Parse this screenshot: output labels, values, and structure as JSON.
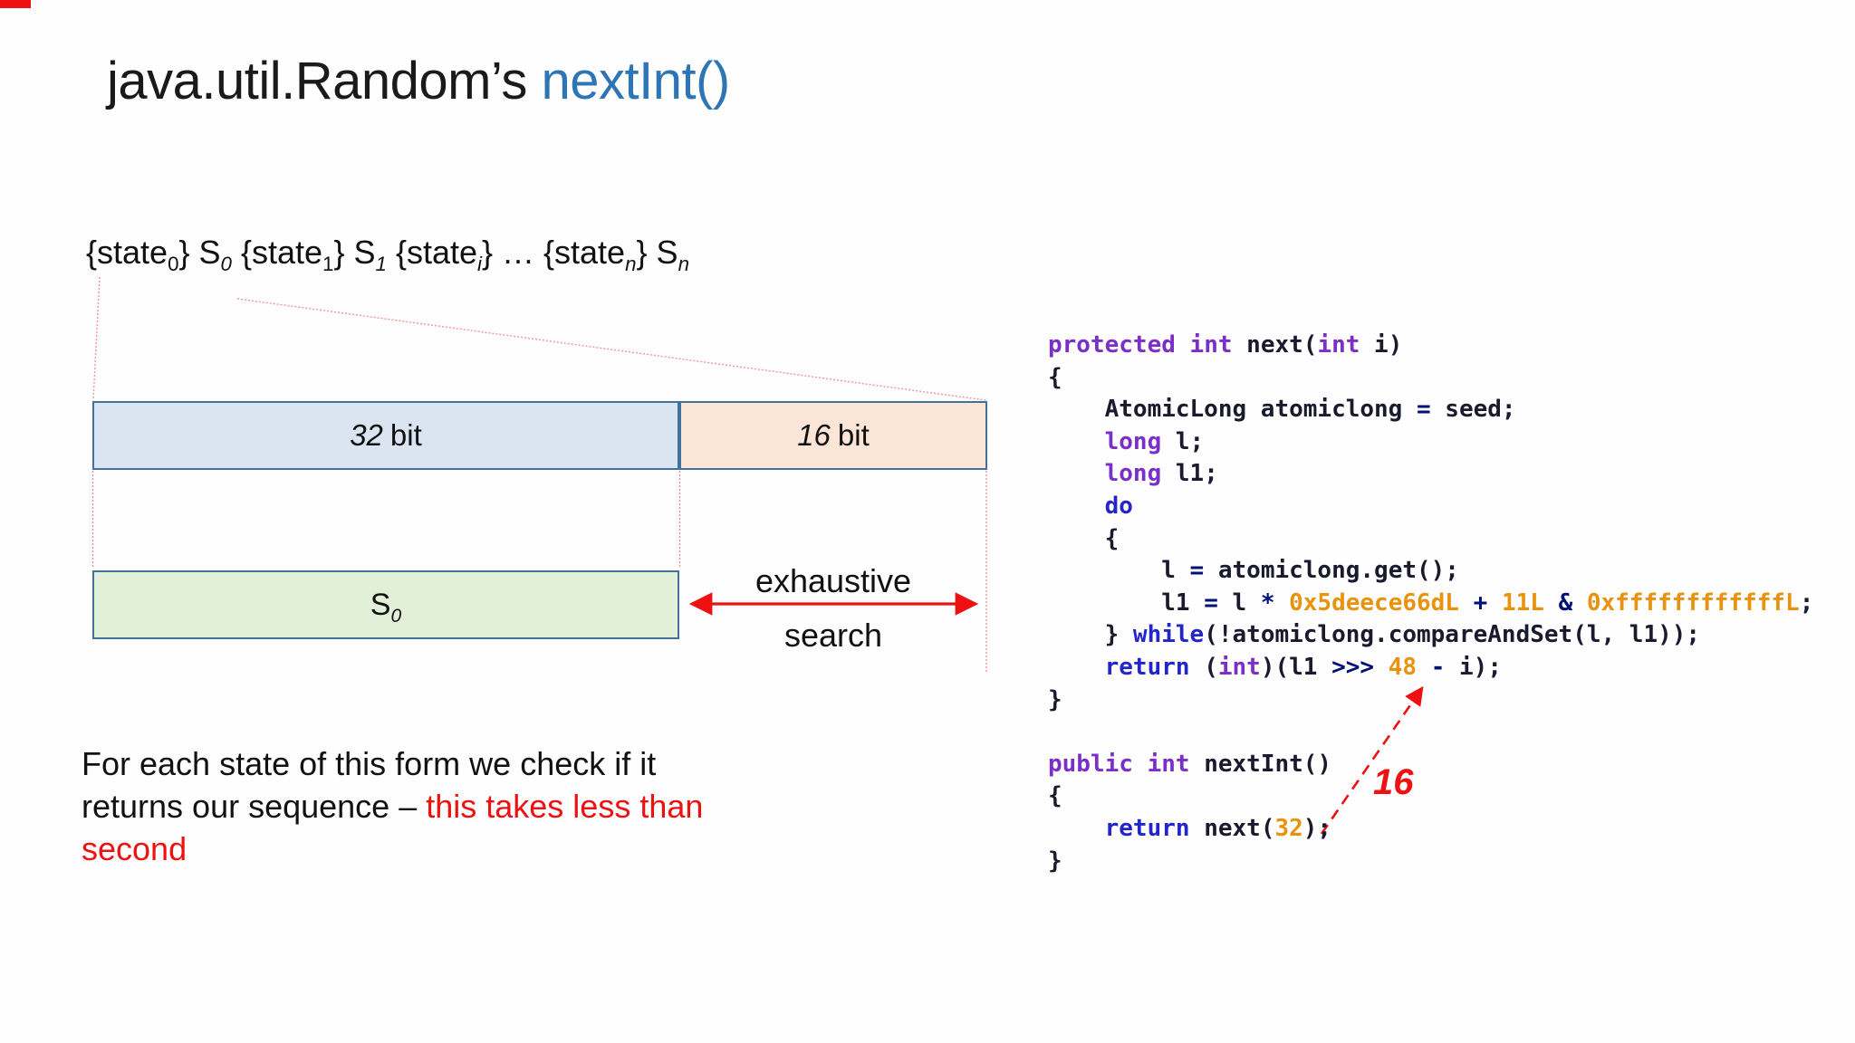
{
  "slide": {
    "title": {
      "black": "java.util.Random’s ",
      "blue": "nextInt()"
    },
    "formula": {
      "parts": [
        {
          "t": "{state"
        },
        {
          "t": "0",
          "sub": 1
        },
        {
          "t": "} S"
        },
        {
          "t": "0",
          "sub": 1,
          "it": 1
        },
        {
          "t": " {state"
        },
        {
          "t": "1",
          "sub": 1
        },
        {
          "t": "} S"
        },
        {
          "t": "1",
          "sub": 1,
          "it": 1
        },
        {
          "t": " {state"
        },
        {
          "t": "i",
          "sub": 1,
          "it": 1
        },
        {
          "t": "}  …  {state"
        },
        {
          "t": "n",
          "sub": 1,
          "it": 1
        },
        {
          "t": "} S"
        },
        {
          "t": "n",
          "sub": 1,
          "it": 1
        }
      ]
    },
    "diagram": {
      "box32": {
        "num": "32",
        "unit": "bit"
      },
      "box16": {
        "num": "16",
        "unit": "bit"
      },
      "s0": {
        "base": "S",
        "sub": "0"
      },
      "exhaustive_line1": "exhaustive",
      "exhaustive_line2": "search"
    },
    "paragraph": {
      "black_line1": "For each state of this form we check if it",
      "black_line2": "returns our sequence – ",
      "red_line2": "this takes less than",
      "red_line3": "second"
    },
    "annotation16": "16",
    "code": {
      "lines": [
        [
          [
            "kw1",
            "protected"
          ],
          [
            "pl",
            " "
          ],
          [
            "kw1",
            "int"
          ],
          [
            "pl",
            " next("
          ],
          [
            "kw1",
            "int"
          ],
          [
            "pl",
            " i)"
          ]
        ],
        [
          [
            "pl",
            "{"
          ]
        ],
        [
          [
            "pl",
            "    AtomicLong atomiclong "
          ],
          [
            "op",
            "="
          ],
          [
            "pl",
            " seed;"
          ]
        ],
        [
          [
            "pl",
            "    "
          ],
          [
            "kw1",
            "long"
          ],
          [
            "pl",
            " l;"
          ]
        ],
        [
          [
            "pl",
            "    "
          ],
          [
            "kw1",
            "long"
          ],
          [
            "pl",
            " l1;"
          ]
        ],
        [
          [
            "pl",
            "    "
          ],
          [
            "kw2",
            "do"
          ]
        ],
        [
          [
            "pl",
            "    {"
          ]
        ],
        [
          [
            "pl",
            "        l "
          ],
          [
            "op",
            "="
          ],
          [
            "pl",
            " atomiclong.get();"
          ]
        ],
        [
          [
            "pl",
            "        l1 "
          ],
          [
            "op",
            "="
          ],
          [
            "pl",
            " l "
          ],
          [
            "op",
            "*"
          ],
          [
            "pl",
            " "
          ],
          [
            "num",
            "0x5deece66dL"
          ],
          [
            "pl",
            " "
          ],
          [
            "op",
            "+"
          ],
          [
            "pl",
            " "
          ],
          [
            "num",
            "11L"
          ],
          [
            "pl",
            " "
          ],
          [
            "op",
            "&"
          ],
          [
            "pl",
            " "
          ],
          [
            "num",
            "0xffffffffffffL"
          ],
          [
            "pl",
            ";"
          ]
        ],
        [
          [
            "pl",
            "    } "
          ],
          [
            "kw2",
            "while"
          ],
          [
            "pl",
            "(!atomiclong.compareAndSet(l, l1));"
          ]
        ],
        [
          [
            "pl",
            "    "
          ],
          [
            "kw2",
            "return"
          ],
          [
            "pl",
            " ("
          ],
          [
            "kw1",
            "int"
          ],
          [
            "pl",
            ")(l1 "
          ],
          [
            "op",
            ">>>"
          ],
          [
            "pl",
            " "
          ],
          [
            "num",
            "48"
          ],
          [
            "pl",
            " "
          ],
          [
            "op",
            "-"
          ],
          [
            "pl",
            " i);"
          ]
        ],
        [
          [
            "pl",
            "}"
          ]
        ],
        [
          [
            "pl",
            ""
          ]
        ],
        [
          [
            "kw1",
            "public"
          ],
          [
            "pl",
            " "
          ],
          [
            "kw1",
            "int"
          ],
          [
            "pl",
            " nextInt()"
          ]
        ],
        [
          [
            "pl",
            "{"
          ]
        ],
        [
          [
            "pl",
            "    "
          ],
          [
            "kw2",
            "return"
          ],
          [
            "pl",
            " next("
          ],
          [
            "num",
            "32"
          ],
          [
            "pl",
            ");"
          ]
        ],
        [
          [
            "pl",
            "}"
          ]
        ]
      ]
    },
    "colors": {
      "titleBlue": "#2E75B6",
      "boxBorder": "#41719C",
      "fillBlue": "#DBE5F1",
      "fillOrange": "#FBE5D6",
      "fillGreen": "#E2EFD9",
      "pink": "#F09595",
      "red": "#EE1111",
      "codePlain": "#1A1A2E",
      "codePurple": "#7B2FC8",
      "codeBlue": "#2424CC",
      "codeOrange": "#E8920E",
      "codeNavy": "#001178"
    }
  }
}
